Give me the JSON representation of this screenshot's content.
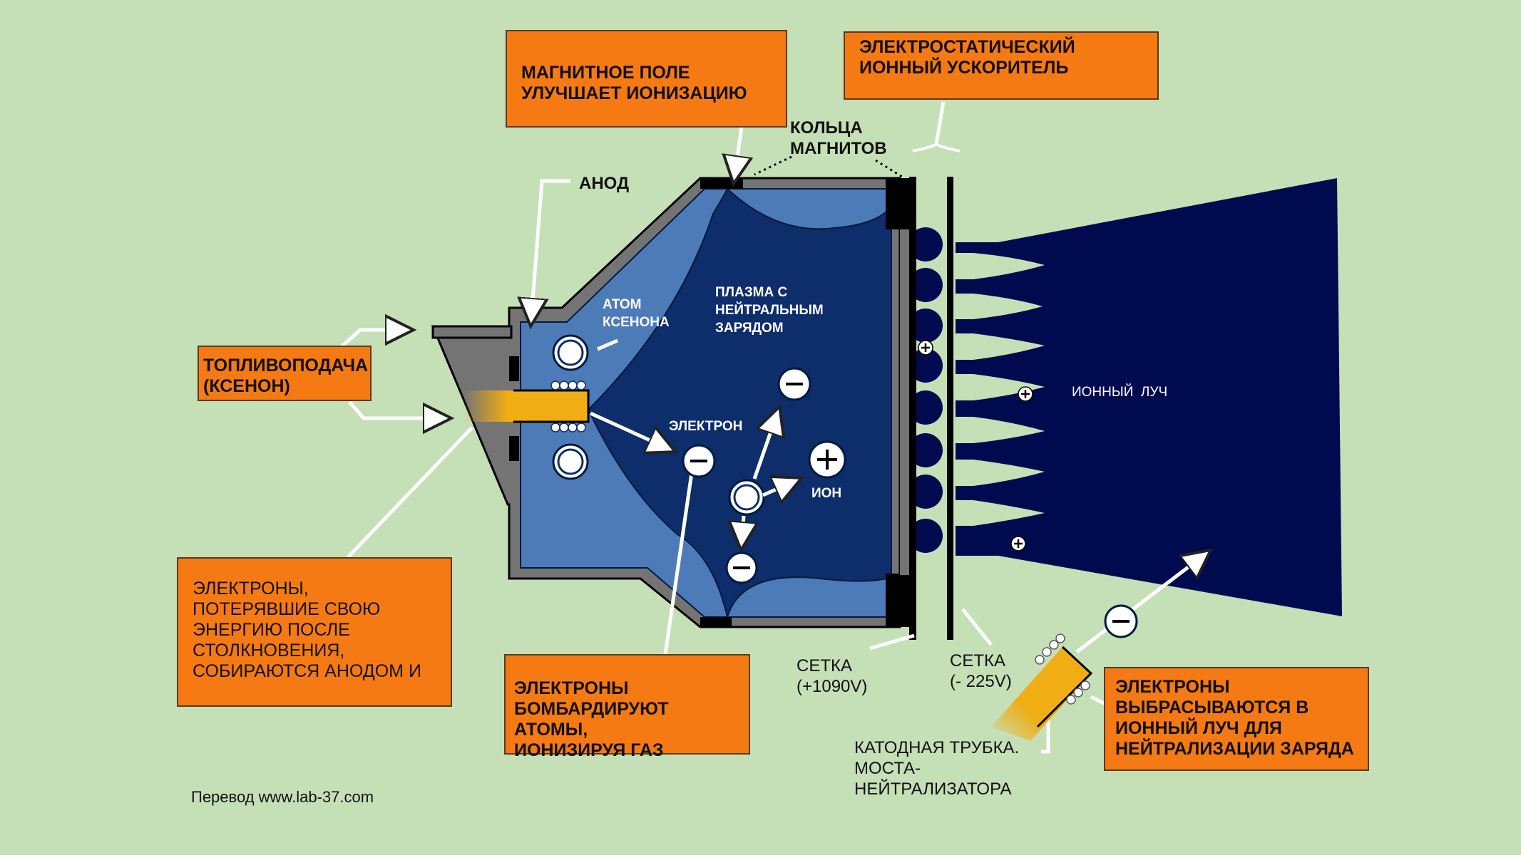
{
  "colors": {
    "background": "#c5e0b6",
    "callout": "#f57a14",
    "chamber_light": "#4d7bb8",
    "chamber_dark": "#0d2d6b",
    "ion_beam": "#000a4f",
    "wall": "#747474",
    "magnet": "#000000",
    "cathode": "#f0ad14"
  },
  "callouts": {
    "magnetic_field": [
      "МАГНИТНОЕ ПОЛЕ",
      "УЛУЧШАЕТ ИОНИЗАЦИЮ"
    ],
    "accelerator": [
      "ЭЛЕКТРОСТАТИЧЕСКИЙ",
      "ИОННЫЙ УСКОРИТЕЛЬ"
    ],
    "fuel_feed": [
      "ТОПЛИВОПОДАЧА",
      "(КСЕНОН)"
    ],
    "anode_collect": [
      "ЭЛЕКТРОНЫ,",
      "ПОТЕРЯВШИЕ СВОЮ",
      "ЭНЕРГИЮ ПОСЛЕ",
      "СТОЛКНОВЕНИЯ,",
      "СОБИРАЮТСЯ АНОДОМ И"
    ],
    "bombard": [
      "ЭЛЕКТРОНЫ",
      "БОМБАРДИРУЮТ АТОМЫ,",
      "ИОНИЗИРУЯ ГАЗ"
    ],
    "neutralize": [
      "ЭЛЕКТРОНЫ",
      "ВЫБРАСЫВАЮТСЯ В",
      "ИОННЫЙ ЛУЧ ДЛЯ",
      "НЕЙТРАЛИЗАЦИИ ЗАРЯДА"
    ]
  },
  "labels": {
    "anode": "АНОД",
    "magnet_rings": [
      "КОЛЬЦА",
      "МАГНИТОВ"
    ],
    "xenon_atom": [
      "АТОМ",
      "КСЕНОНА"
    ],
    "plasma": [
      "ПЛАЗМА С",
      "НЕЙТРАЛЬНЫМ",
      "ЗАРЯДОМ"
    ],
    "electron": "ЭЛЕКТРОН",
    "ion": "ИОН",
    "ion_beam": "ИОННЫЙ  ЛУЧ",
    "grid_positive": [
      "СЕТКА",
      "(+1090V)"
    ],
    "grid_negative": [
      "СЕТКА",
      "(- 225V)"
    ],
    "cathode_tube": [
      "КАТОДНАЯ ТРУБКА.",
      "МОСТА-",
      "НЕЙТРАЛИЗАТОРА"
    ]
  },
  "symbols": {
    "minus": "−",
    "plus": "+"
  },
  "credit": "Перевод www.lab-37.com"
}
